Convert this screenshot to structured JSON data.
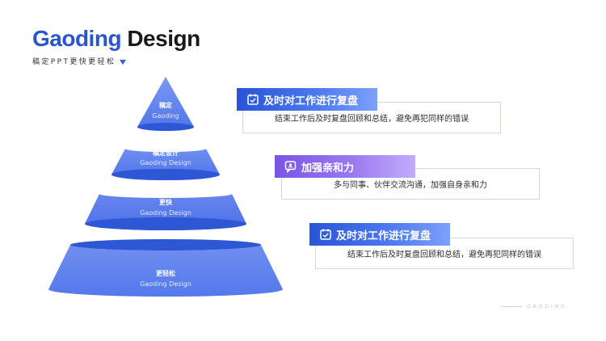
{
  "brand": {
    "word1": "Gaoding",
    "word2": "Design"
  },
  "tagline": "稿定PPT更快更轻松",
  "pyramid": [
    {
      "title": "稿定",
      "subtitle": "Gaoding"
    },
    {
      "title": "稿定设计",
      "subtitle": "Gaoding Design"
    },
    {
      "title": "更快",
      "subtitle": "Gaoding Design"
    },
    {
      "title": "更轻松",
      "subtitle": "Gaoding Design"
    }
  ],
  "items": [
    {
      "heading": "及时对工作进行复盘",
      "text": "结束工作后及时复盘回顾和总结，避免再犯同样的错误",
      "icon": "calendar-check-icon",
      "color": "#2f5fd5"
    },
    {
      "heading": "加强亲和力",
      "text": "多与同事、伙伴交流沟通，加强自身亲和力",
      "icon": "chat-icon",
      "color": "#8a65ea"
    },
    {
      "heading": "及时对工作进行复盘",
      "text": "结束工作后及时复盘回顾和总结，避免再犯同样的错误",
      "icon": "calendar-check-icon",
      "color": "#2f5fd5"
    }
  ],
  "footer": "GAODING"
}
